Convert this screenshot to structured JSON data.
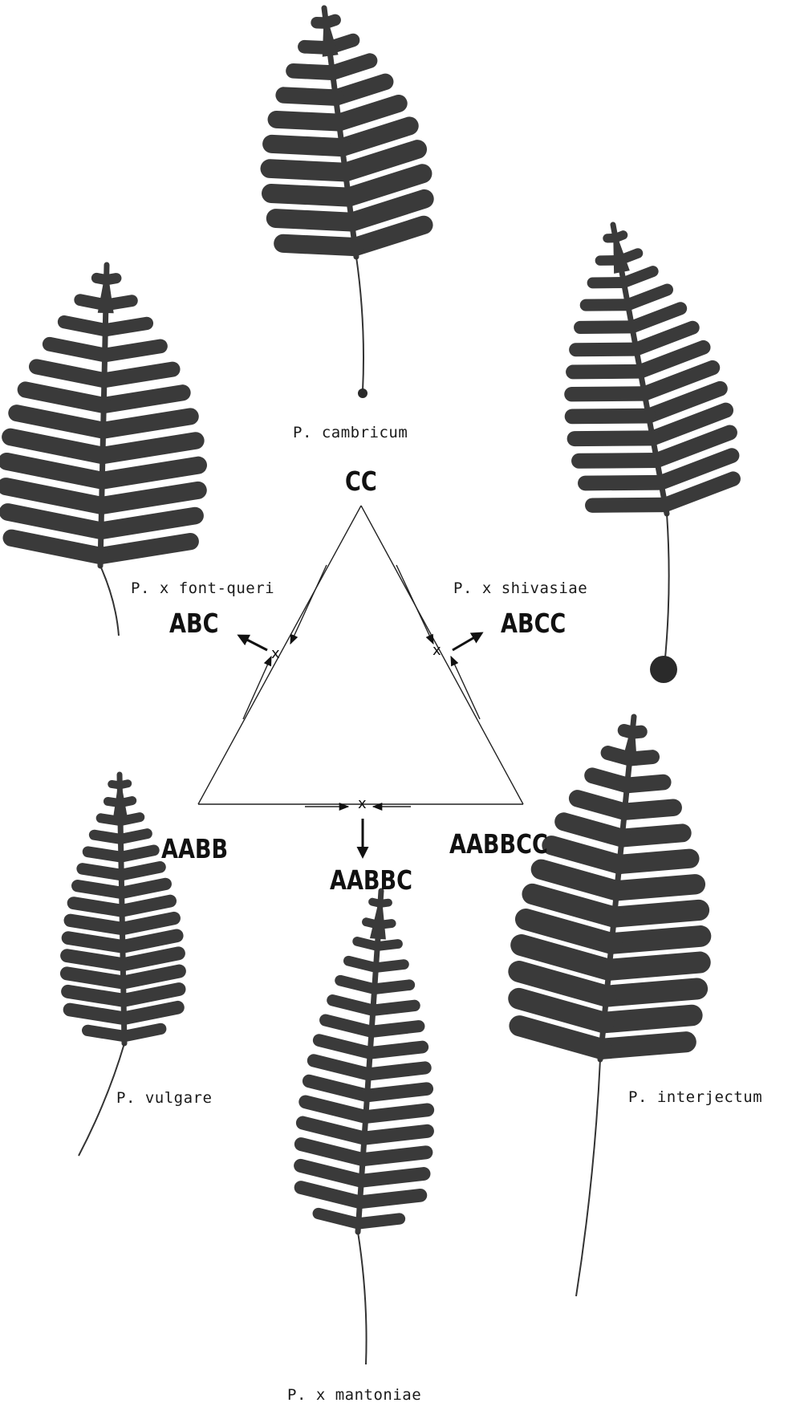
{
  "species": {
    "cambricum": "P. cambricum",
    "font_queri": "P. x font-queri",
    "shivasiae": "P. x shivasiae",
    "vulgare": "P. vulgare",
    "interjectum": "P. interjectum",
    "mantoniae": "P. x mantoniae"
  },
  "genomes": {
    "cambricum": "CC",
    "font_queri": "ABC",
    "shivasiae": "ABCC",
    "vulgare": "AABB",
    "interjectum": "AABBCC",
    "mantoniae": "AABBC"
  },
  "cross_symbol": "x",
  "colors": {
    "ink": "#111111",
    "frond": "#3a3a3a",
    "background": "#ffffff"
  }
}
